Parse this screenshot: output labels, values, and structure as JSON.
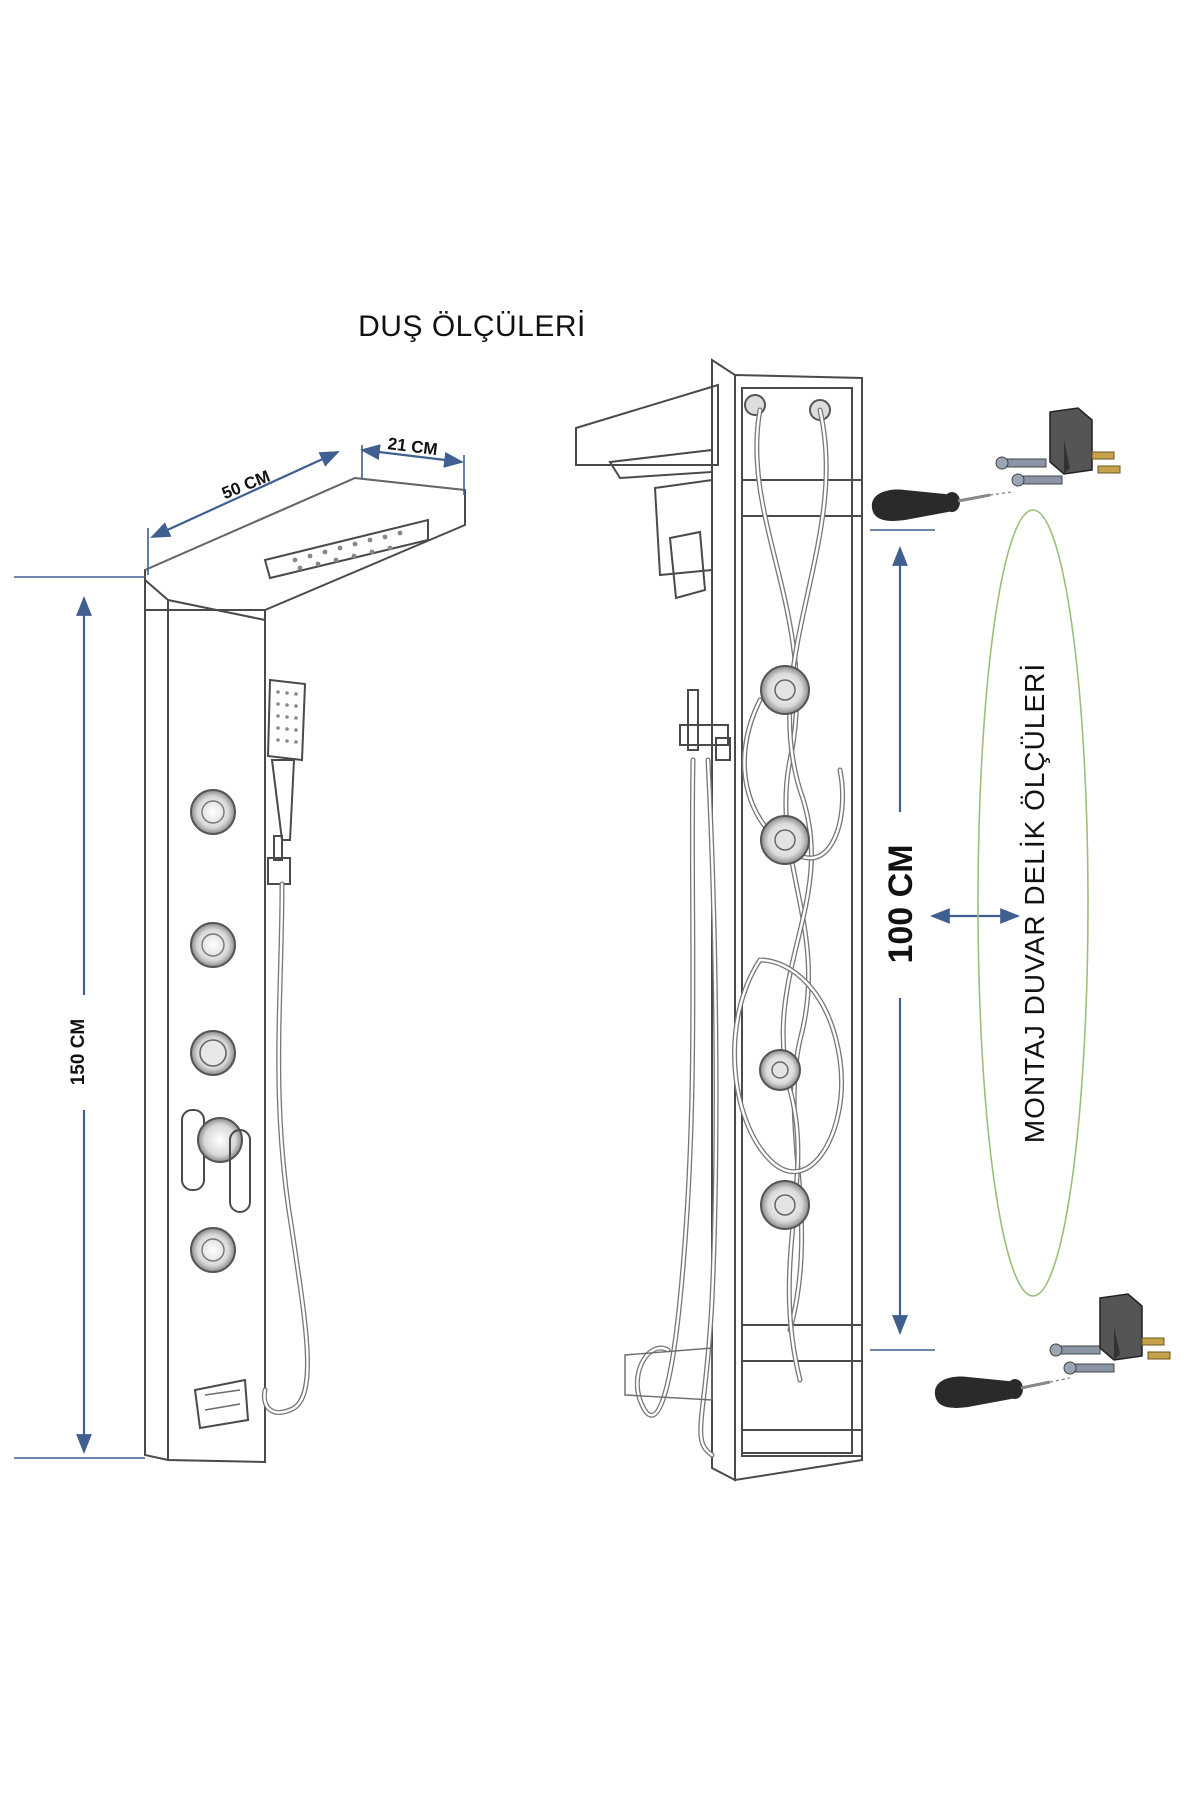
{
  "title": "DUŞ ÖLÇÜLERİ",
  "dimensions": {
    "width": "50 CM",
    "depth": "21 CM",
    "height": "150 CM",
    "mount_spacing": "100 CM"
  },
  "mount_label": "MONTAJ DUVAR DELİK ÖLÇÜLERİ",
  "colors": {
    "arrow": "#3e5f8f",
    "outline": "#4a4a4a",
    "ellipse": "#9bbf7a",
    "screwdriver": "#2a2a2a",
    "bracket": "#555555",
    "brass": "#c8a24a"
  }
}
